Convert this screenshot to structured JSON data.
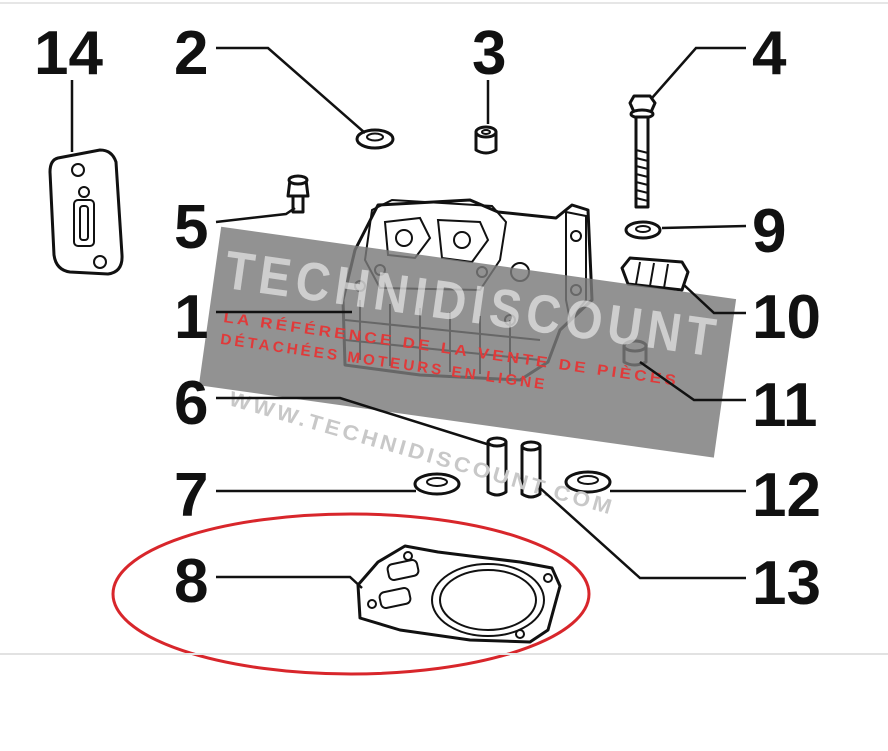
{
  "callouts": {
    "c1": "1",
    "c2": "2",
    "c3": "3",
    "c4": "4",
    "c5": "5",
    "c6": "6",
    "c7": "7",
    "c8": "8",
    "c9": "9",
    "c10": "10",
    "c11": "11",
    "c12": "12",
    "c13": "13",
    "c14": "14"
  },
  "watermark": {
    "brand": "TECHNIDISCOUNT",
    "tagline_1": "LA RÉFÉRENCE DE LA VENTE DE PIÈCES",
    "tagline_2": "DÉTACHÉES MOTEURS EN LIGNE",
    "url": "WWW.TECHNIDISCOUNT.COM",
    "band_color": "#7a7a7a",
    "accent_color": "#e03a3a"
  },
  "highlight": {
    "target": "8",
    "color": "#d8262b"
  },
  "colors": {
    "ink": "#111111",
    "background": "#ffffff",
    "footer_line": "#e2e2e2"
  }
}
